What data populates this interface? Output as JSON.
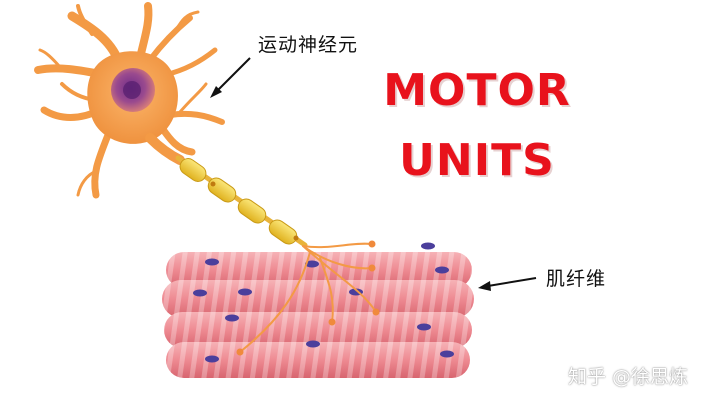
{
  "title": {
    "line1": "MOTOR",
    "line2": "UNITS"
  },
  "labels": {
    "neuron": "运动神经元",
    "fiber": "肌纤维"
  },
  "watermark": "知乎 @徐思炼",
  "colors": {
    "title": "#e8121c",
    "neuron": "#f6a04a",
    "nucleus": "#8e3a8f",
    "myelin": "#f2d43c",
    "muscle": "#f08a93",
    "muscle_nuclei": "#4b3f9c"
  }
}
